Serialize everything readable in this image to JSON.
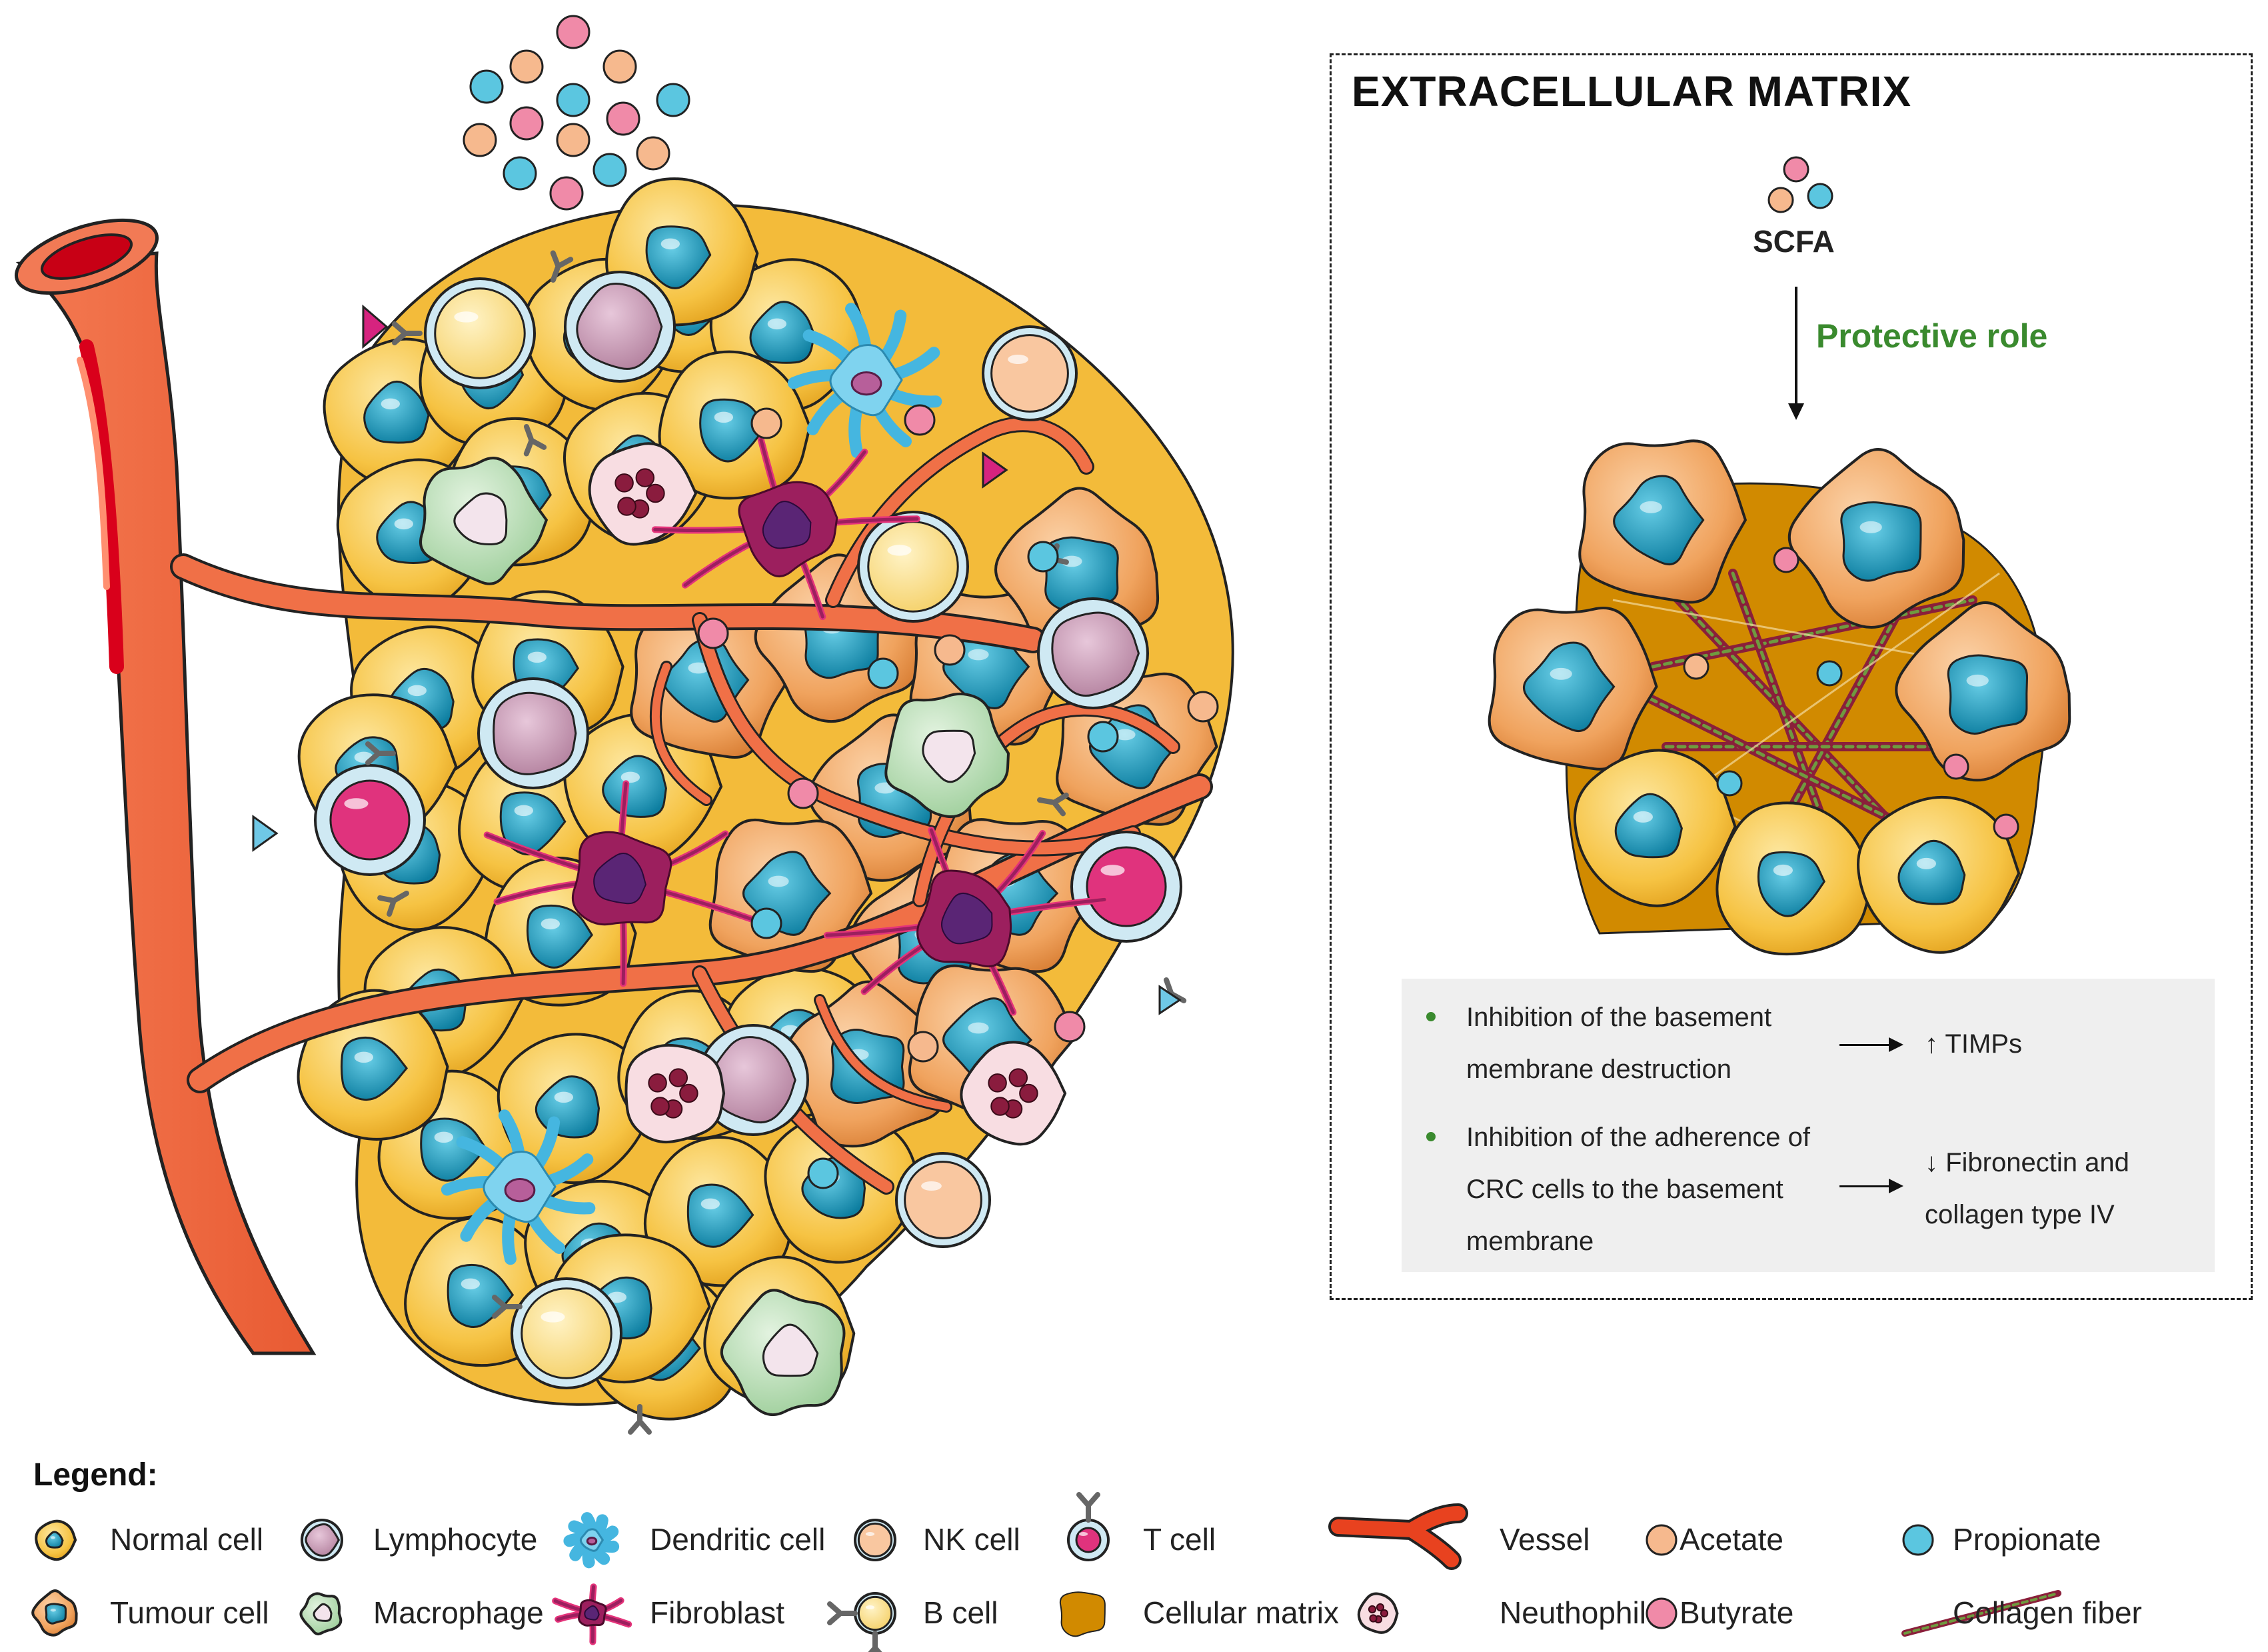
{
  "ecm": {
    "title": "EXTRACELLULAR MATRIX",
    "scfa_label": "SCFA",
    "protective_label": "Protective role",
    "effects": [
      {
        "lines": [
          "Inhibition of the basement",
          "membrane destruction"
        ],
        "result": [
          "↑ TIMPs"
        ]
      },
      {
        "lines": [
          "Inhibition of the adherence of",
          "CRC cells to the basement",
          "membrane"
        ],
        "result": [
          "↓ Fibronectin and",
          "collagen type IV"
        ]
      }
    ]
  },
  "legend": {
    "title": "Legend:",
    "items": [
      {
        "label": "Normal cell",
        "icon": "normal-cell-icon"
      },
      {
        "label": "Lymphocyte",
        "icon": "lymphocyte-icon"
      },
      {
        "label": "Dendritic cell",
        "icon": "dendritic-cell-icon"
      },
      {
        "label": "NK cell",
        "icon": "nk-cell-icon"
      },
      {
        "label": "T cell",
        "icon": "t-cell-icon"
      },
      {
        "label": "Vessel",
        "icon": "vessel-icon"
      },
      {
        "label": "Acetate",
        "icon": "acetate-icon"
      },
      {
        "label": "Propionate",
        "icon": "propionate-icon"
      },
      {
        "label": "Tumour cell",
        "icon": "tumour-cell-icon"
      },
      {
        "label": "Macrophage",
        "icon": "macrophage-icon"
      },
      {
        "label": "Fibroblast",
        "icon": "fibroblast-icon"
      },
      {
        "label": "B cell",
        "icon": "b-cell-icon"
      },
      {
        "label": "Cellular matrix",
        "icon": "cellular-matrix-icon"
      },
      {
        "label": "Neuthophil",
        "icon": "neutrophil-icon"
      },
      {
        "label": "Butyrate",
        "icon": "butyrate-icon"
      },
      {
        "label": "Collagen fiber",
        "icon": "collagen-fiber-icon"
      }
    ]
  },
  "colors": {
    "acetate": "#f6b98e",
    "propionate": "#5bc6e0",
    "butyrate": "#f08aa8",
    "normal_cell": "#f7c546",
    "tumour_cell": "#f2a35e",
    "nucleus": "#1a9fc0",
    "vessel": "#f0653f",
    "matrix": "#d18a00",
    "lymphocyte": "#c79ab5",
    "macrophage": "#bfe0bf",
    "fibroblast": "#9c1f5e",
    "dendritic": "#5fc9ec",
    "accent_green": "#3a8a2e"
  }
}
